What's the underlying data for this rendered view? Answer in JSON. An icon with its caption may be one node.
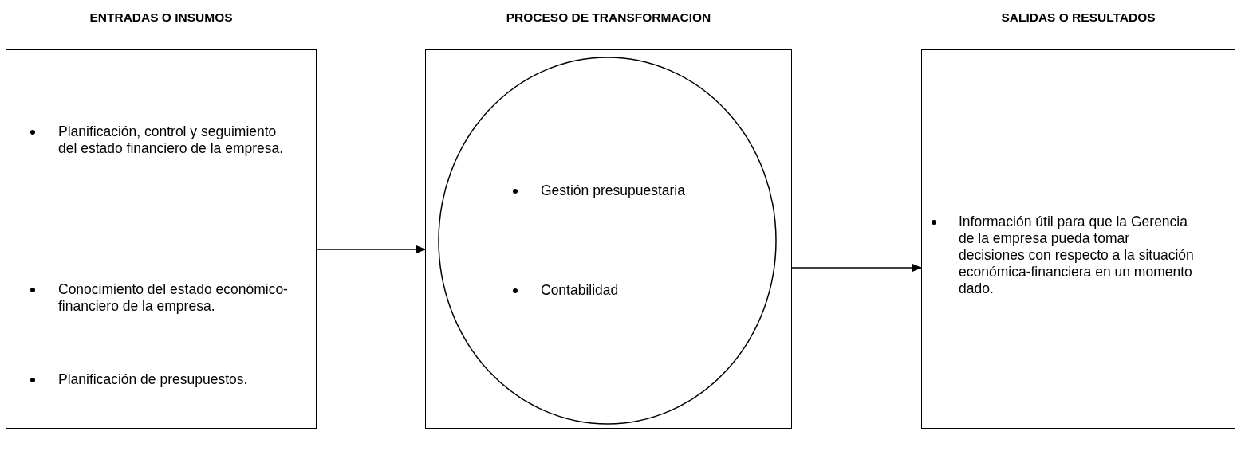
{
  "diagram": {
    "nodes": [
      {
        "text": [
          "ENTRADAS O INSUMOS",
          "Planificación, control y seguimiento  del estado financiero de la empresa.",
          "Conocimiento del estado económico-financiero de la empresa.",
          "Planificación de presupuestos."
        ]
      },
      {
        "text": [
          "PROCESO DE TRANSFORMACION"
        ]
      },
      {
        "text": [
          "Gestión presupuestaria",
          "Contabilidad"
        ],
        "in": 1
      },
      {
        "text": [
          "SALIDAS O RESULTADOS",
          "Información útil para que la Gerencia de la empresa pueda tomar decisiones con respecto a la situación económica-financiera en un momento dado."
        ]
      }
    ],
    "edges": [
      {
        "from": 0,
        "to": 1,
        "arrow": "to"
      },
      {
        "from": 1,
        "to": 3,
        "arrow": "to"
      }
    ]
  }
}
